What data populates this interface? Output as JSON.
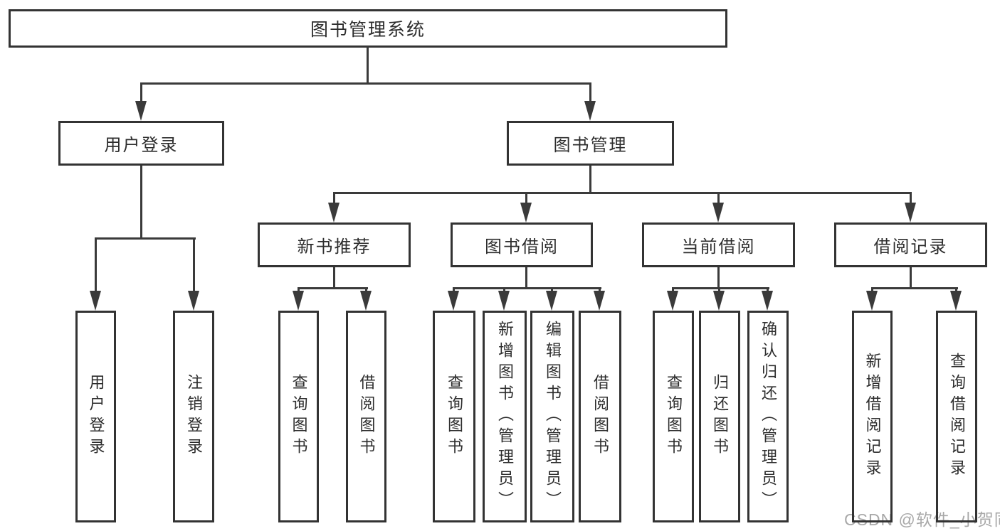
{
  "diagram_type": "hierarchy-tree",
  "title": "图书管理系统",
  "watermark": "CSDN @软件_小贺同学",
  "colors": {
    "background": "#ffffff",
    "box_border": "#333333",
    "connector_line": "#3a3a3a",
    "text": "#2d2d2d",
    "watermark_text": "#a8a8a8"
  },
  "tree": {
    "label": "图书管理系统",
    "children": [
      {
        "label": "用户登录",
        "children": [
          {
            "label": "用户登录"
          },
          {
            "label": "注销登录"
          }
        ]
      },
      {
        "label": "图书管理",
        "children": [
          {
            "label": "新书推荐",
            "children": [
              {
                "label": "查询图书"
              },
              {
                "label": "借阅图书"
              }
            ]
          },
          {
            "label": "图书借阅",
            "children": [
              {
                "label": "查询图书"
              },
              {
                "label": "新增图书（管理员）"
              },
              {
                "label": "编辑图书（管理员）"
              },
              {
                "label": "借阅图书"
              }
            ]
          },
          {
            "label": "当前借阅",
            "children": [
              {
                "label": "查询图书"
              },
              {
                "label": "归还图书"
              },
              {
                "label": "确认归还（管理员）"
              }
            ]
          },
          {
            "label": "借阅记录",
            "children": [
              {
                "label": "新增借阅记录"
              },
              {
                "label": "查询借阅记录"
              }
            ]
          }
        ]
      }
    ]
  }
}
